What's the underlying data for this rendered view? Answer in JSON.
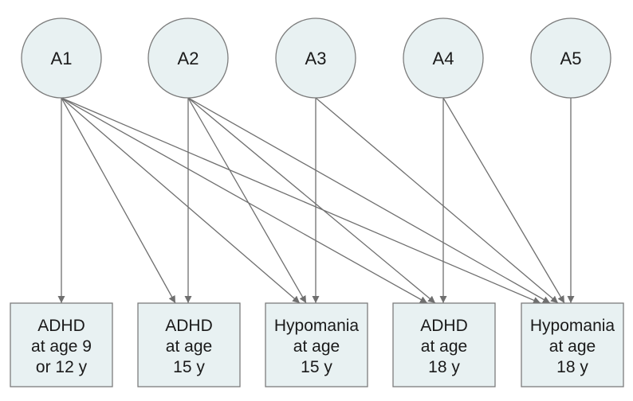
{
  "diagram": {
    "colors": {
      "node_fill": "#e8f1f2",
      "node_stroke": "#7c7c7c",
      "edge": "#6f6f6f",
      "text": "#1a1a1a"
    },
    "latent_nodes": [
      {
        "id": "A1",
        "label": "A1"
      },
      {
        "id": "A2",
        "label": "A2"
      },
      {
        "id": "A3",
        "label": "A3"
      },
      {
        "id": "A4",
        "label": "A4"
      },
      {
        "id": "A5",
        "label": "A5"
      }
    ],
    "outcome_nodes": [
      {
        "id": "adhd-9-12",
        "lines": [
          "ADHD",
          "at age 9",
          "or 12 y"
        ]
      },
      {
        "id": "adhd-15",
        "lines": [
          "ADHD",
          "at age",
          "15 y"
        ]
      },
      {
        "id": "hypomania-15",
        "lines": [
          "Hypomania",
          "at age",
          "15 y"
        ]
      },
      {
        "id": "adhd-18",
        "lines": [
          "ADHD",
          "at age",
          "18 y"
        ]
      },
      {
        "id": "hypomania-18",
        "lines": [
          "Hypomania",
          "at age",
          "18 y"
        ]
      }
    ],
    "edges": [
      {
        "from": "A1",
        "to": "adhd-9-12"
      },
      {
        "from": "A1",
        "to": "adhd-15"
      },
      {
        "from": "A1",
        "to": "hypomania-15"
      },
      {
        "from": "A1",
        "to": "adhd-18"
      },
      {
        "from": "A1",
        "to": "hypomania-18"
      },
      {
        "from": "A2",
        "to": "adhd-15"
      },
      {
        "from": "A2",
        "to": "hypomania-15"
      },
      {
        "from": "A2",
        "to": "adhd-18"
      },
      {
        "from": "A2",
        "to": "hypomania-18"
      },
      {
        "from": "A3",
        "to": "hypomania-15"
      },
      {
        "from": "A3",
        "to": "hypomania-18"
      },
      {
        "from": "A4",
        "to": "adhd-18"
      },
      {
        "from": "A4",
        "to": "hypomania-18"
      },
      {
        "from": "A5",
        "to": "hypomania-18"
      }
    ]
  }
}
